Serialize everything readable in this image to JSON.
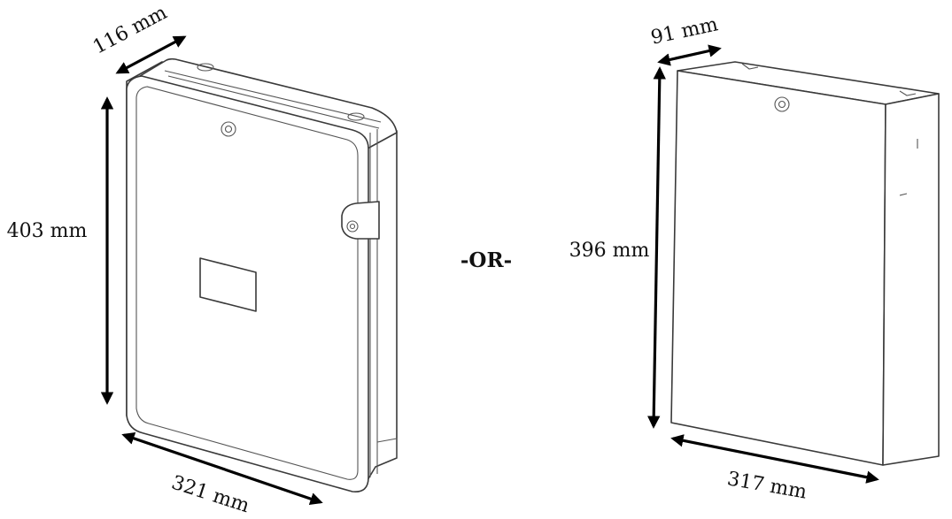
{
  "left_box": {
    "depth_label": "116 mm",
    "height_label": "403 mm",
    "width_label": "321 mm"
  },
  "separator": "-OR-",
  "right_box": {
    "depth_label": "91 mm",
    "height_label": "396 mm",
    "width_label": "317 mm"
  },
  "colors": {
    "line": "#3a3a3a",
    "arrow": "#000000",
    "background": "#ffffff"
  }
}
